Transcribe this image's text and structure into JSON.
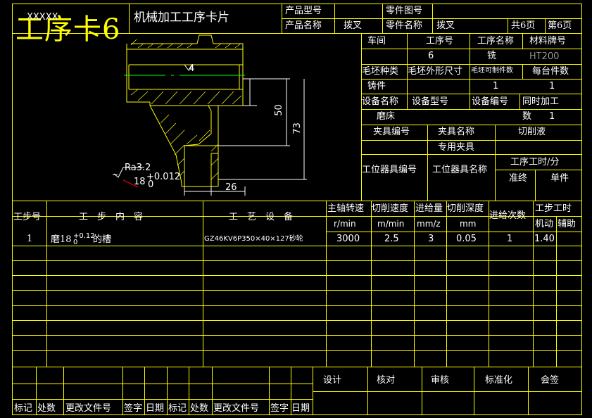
{
  "header": {
    "doc_code": "XXXXX",
    "title": "机械加工工序卡片",
    "product_model_label": "产品型号",
    "part_drawing_no_label": "零件图号",
    "product_name_label": "产品名称",
    "product_name": "拨叉",
    "part_name_label": "零件名称",
    "part_name": "拨叉",
    "total_pages": "共6页",
    "page_no": "第6页"
  },
  "watermark": "工序卡6",
  "info": {
    "workshop_label": "车间",
    "process_no_label": "工序号",
    "process_no": "6",
    "process_name_label": "工序名称",
    "process_name": "铣",
    "material_label": "材料牌号",
    "material": "HT200",
    "blank_type_label": "毛坯种类",
    "blank_type": "铸件",
    "blank_size_label": "毛坯外形尺寸",
    "parts_per_blank_label": "毛坯可制件数",
    "parts_per_blank": "1",
    "parts_per_machine_label": "每台件数",
    "parts_per_machine": "1",
    "equipment_name_label": "设备名称",
    "equipment_name": "磨床",
    "equipment_model_label": "设备型号",
    "equipment_no_label": "设备编号",
    "simultaneous_label": "同时加工",
    "simultaneous_count_label": "数",
    "simultaneous_count": "1",
    "fixture_no_label": "夹具编号",
    "fixture_name_label": "夹具名称",
    "fixture_name": "专用夹具",
    "coolant_label": "切削液",
    "station_tool_no_label": "工位器具编号",
    "station_tool_name_label": "工位器具名称",
    "process_time_label": "工序工时/分",
    "prep_label": "准终",
    "unit_label": "单件"
  },
  "drawing": {
    "dim_4": "4",
    "dim_50": "50",
    "dim_73": "73",
    "dim_26": "26",
    "roughness": "Ra3.2",
    "dim_18": "18",
    "tol_upper": "+0.012",
    "tol_lower": "0"
  },
  "steps_table": {
    "headers": {
      "step_no": "工步号",
      "content": "工　步　内　容",
      "equipment": "工　艺　设　备",
      "spindle_speed": "主轴转速",
      "cut_speed": "切削速度",
      "feed": "进给量",
      "cut_depth": "切削深度",
      "passes": "进给次数",
      "step_time": "工步工时",
      "machine_time": "机动",
      "aux_time": "辅助"
    },
    "units": {
      "spindle_speed": "r/min",
      "cut_speed": "m/min",
      "feed": "mm/z",
      "cut_depth": "mm"
    },
    "rows": [
      {
        "step_no": "1",
        "content_main": "磨18",
        "content_sub": "0",
        "content_sup": "+0.12",
        "content_tail": "的槽",
        "equipment": "GZ46KV6P350×40×127砂轮",
        "spindle_speed": "3000",
        "cut_speed": "2.5",
        "feed": "3",
        "cut_depth": "0.05",
        "passes": "1",
        "machine_time": "1.40"
      }
    ]
  },
  "footer": {
    "design": "设计",
    "check": "核对",
    "review": "审核",
    "standardize": "标准化",
    "countersign": "会签",
    "mark": "标记",
    "count": "处数",
    "change_doc_no": "更改文件号",
    "sign": "签字",
    "date": "日期"
  },
  "colors": {
    "frame": "#ffff00",
    "background": "#000000",
    "text": "#ffffff",
    "centerline": "#00ff00",
    "leader": "#ff0000"
  }
}
